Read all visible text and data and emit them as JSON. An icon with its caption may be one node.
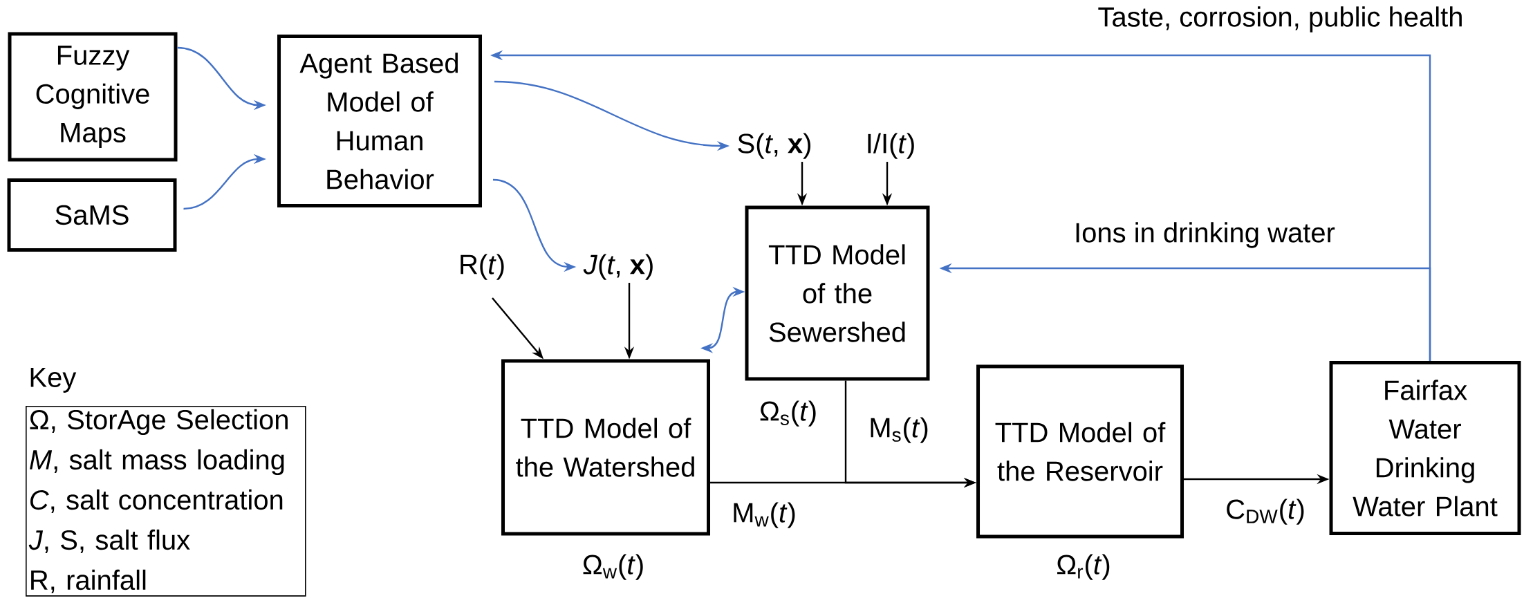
{
  "diagram": {
    "nodes": [
      {
        "text": [
          "Fuzzy Cognitive Maps"
        ]
      },
      {
        "text": [
          "SaMS"
        ]
      },
      {
        "text": [
          "Agent Based Model of Human Behavior"
        ]
      },
      {
        "text": [
          "S(*t*, **x**)"
        ]
      },
      {
        "text": [
          "I/I(*t*)"
        ]
      },
      {
        "text": [
          "*J*(*t*, **x**)"
        ]
      },
      {
        "text": [
          "R(*t*)"
        ]
      },
      {
        "text": [
          "TTD Model of the Sewershed"
        ],
        "beside": [
          "Ω$_{s}$(*t*)"
        ]
      },
      {
        "text": [
          "TTD Model of the Watershed"
        ],
        "beside": [
          "Ω$_{w}$(*t*)"
        ]
      },
      {
        "text": [
          "TTD Model of the Reservoir"
        ],
        "beside": [
          "Ω$_{r}$(*t*)"
        ]
      },
      {
        "text": [
          "Fairfax Water Drinking Water Plant"
        ]
      },
      {
        "text": [
          "Key",
          "Ω, StorAge Selection",
          "*M*, salt mass loading",
          "*C*, salt concentration",
          "*J*, S, salt flux",
          "R, rainfall"
        ]
      }
    ],
    "edges": [
      {
        "from": 0,
        "to": 2,
        "arrow": "to",
        "color": "#4472c4"
      },
      {
        "from": 1,
        "to": 2,
        "arrow": "to",
        "color": "#4472c4"
      },
      {
        "from": 2,
        "to": 3,
        "arrow": "to",
        "color": "#4472c4"
      },
      {
        "from": 2,
        "to": 5,
        "arrow": "to",
        "color": "#4472c4"
      },
      {
        "from": 3,
        "to": 7,
        "arrow": "to",
        "color": "#000000"
      },
      {
        "from": 4,
        "to": 7,
        "arrow": "to",
        "color": "#000000"
      },
      {
        "from": 6,
        "to": 8,
        "arrow": "to",
        "color": "#000000"
      },
      {
        "from": 5,
        "to": 8,
        "arrow": "to",
        "color": "#000000"
      },
      {
        "from": 8,
        "to": 7,
        "arrow": "both",
        "color": "#4472c4"
      },
      {
        "from": 7,
        "to": 9,
        "arrow": "to",
        "color": "#000000",
        "label": "M$_{s}$(*t*)"
      },
      {
        "from": 8,
        "to": 9,
        "arrow": "to",
        "color": "#000000",
        "label": "M$_{w}$(*t*)"
      },
      {
        "from": 9,
        "to": 10,
        "arrow": "to",
        "color": "#000000",
        "label": "C$_{DW}$(*t*)"
      },
      {
        "from": 10,
        "to": 2,
        "arrow": "to",
        "color": "#4472c4",
        "label": "Taste, corrosion, public health"
      },
      {
        "from": 10,
        "to": 7,
        "arrow": "to",
        "color": "#4472c4",
        "label": "Ions in drinking water"
      }
    ]
  }
}
